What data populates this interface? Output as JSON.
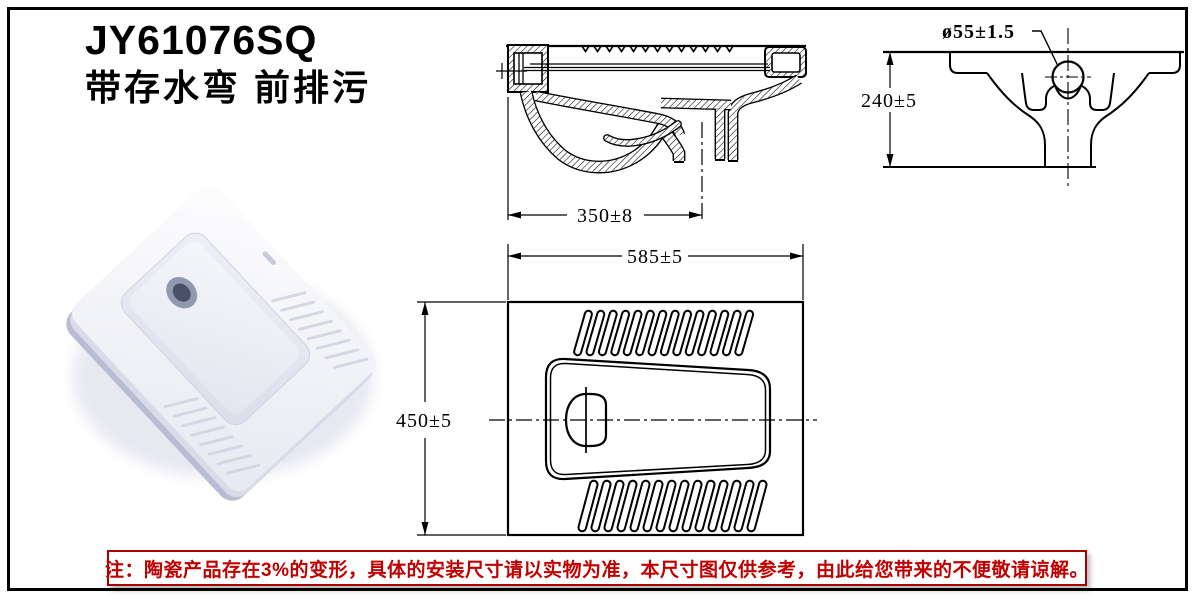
{
  "header": {
    "model": "JY61076SQ",
    "subtitle": "带存水弯 前排污"
  },
  "dimensions": {
    "side_outlet_offset": "350±8",
    "top_width": "585±5",
    "top_depth": "450±5",
    "front_height": "240±5",
    "outlet_diameter": "ø55±1.5"
  },
  "footnote": {
    "text": "注：陶瓷产品存在3%的变形，具体的安装尺寸请以实物为准，本尺寸图仅供参考，由此给您带来的不便敬请谅解。",
    "text_color": "#c00000",
    "border_color": "#a80000"
  },
  "page": {
    "background": "#ffffff",
    "frame_color": "#000000",
    "line_color": "#000000",
    "ceramic_shadow_color": "#b9bdd4"
  }
}
